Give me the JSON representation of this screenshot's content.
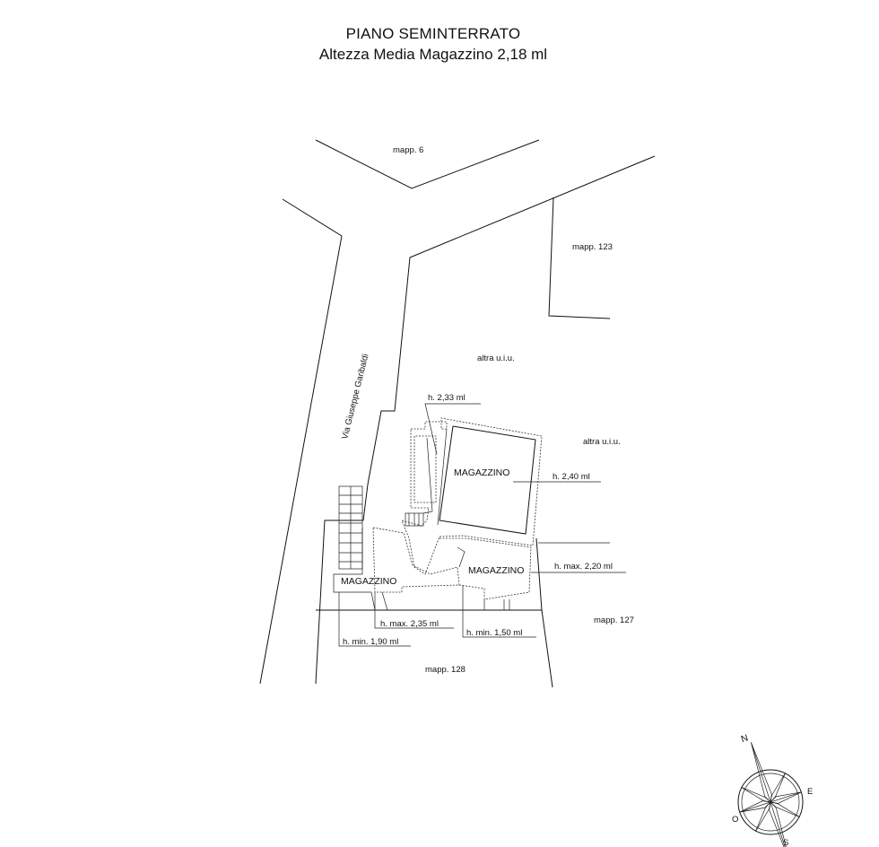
{
  "title": "PIANO SEMINTERRATO",
  "subtitle": "Altezza Media Magazzino 2,18 ml",
  "parcels": {
    "mapp_6": "mapp. 6",
    "mapp_123": "mapp. 123",
    "mapp_127": "mapp. 127",
    "mapp_128": "mapp. 128"
  },
  "street": "Via Giuseppe Garibaldi",
  "other_units": {
    "a": "altra u.i.u.",
    "b": "altra u.i.u."
  },
  "rooms": {
    "magazzino_main": "MAGAZZINO",
    "magazzino_left": "MAGAZZINO",
    "magazzino_right": "MAGAZZINO"
  },
  "heights": {
    "h_233": "h. 2,33 ml",
    "h_240": "h. 2,40 ml",
    "h_max_220": "h. max. 2,20 ml",
    "h_max_235": "h. max. 2,35 ml",
    "h_min_150": "h. min. 1,50 ml",
    "h_min_190": "h. min. 1,90 ml"
  },
  "compass": {
    "north": "N",
    "east": "E",
    "south": "S",
    "west": "O"
  }
}
